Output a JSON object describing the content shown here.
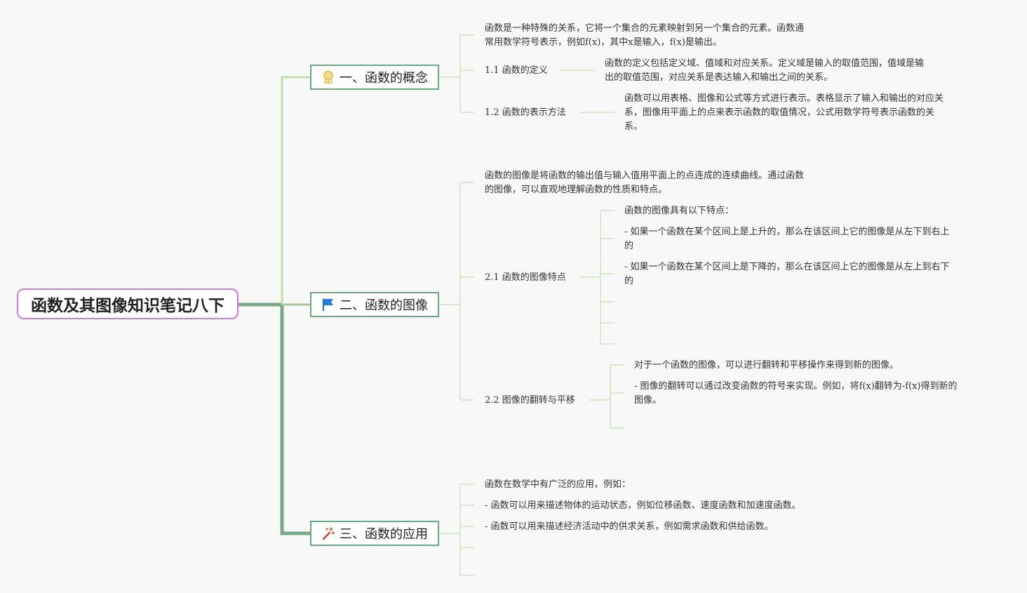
{
  "root": {
    "title": "函数及其图像知识笔记八下"
  },
  "branches": [
    {
      "label": "一、函数的概念",
      "icon": "award-ribbon-icon",
      "intro": [
        "函数是一种特殊的关系，它将一个集合的元素映射到另一个集合的元素。函数通",
        "常用数学符号表示，例如f(x)，其中x是输入，f(x)是输出。"
      ],
      "subs": [
        {
          "label": "1.1 函数的定义",
          "text": [
            "函数的定义包括定义域、值域和对应关系。定义域是输入的取值范围，值域是输",
            "出的取值范围，对应关系是表达输入和输出之间的关系。"
          ]
        },
        {
          "label": "1.2 函数的表示方法",
          "text": [
            "函数可以用表格、图像和公式等方式进行表示。表格显示了输入和输出的对应关",
            "系，图像用平面上的点来表示函数的取值情况，公式用数学符号表示函数的关",
            "系。"
          ]
        }
      ]
    },
    {
      "label": "二、函数的图像",
      "icon": "blue-flag-icon",
      "intro": [
        "函数的图像是将函数的输出值与输入值用平面上的点连成的连续曲线。通过函数",
        "的图像，可以直观地理解函数的性质和特点。"
      ],
      "subs": [
        {
          "label": "2.1 函数的图像特点",
          "items": [
            [
              "函数的图像具有以下特点："
            ],
            [
              "- 如果一个函数在某个区间上是上升的，那么在该区间上它的图像是从左下到右上",
              "的"
            ],
            [
              "- 如果一个函数在某个区间上是下降的，那么在该区间上它的图像是从左上到右下",
              "的"
            ]
          ]
        },
        {
          "label": "2.2 图像的翻转与平移",
          "items": [
            [
              "对于一个函数的图像，可以进行翻转和平移操作来得到新的图像。"
            ],
            [
              "- 图像的翻转可以通过改变函数的符号来实现。例如，将f(x)翻转为-f(x)得到新的",
              "图像。"
            ]
          ]
        }
      ]
    },
    {
      "label": "三、函数的应用",
      "icon": "magic-wand-icon",
      "items": [
        "函数在数学中有广泛的应用，例如：",
        "- 函数可以用来描述物体的运动状态，例如位移函数、速度函数和加速度函数。",
        "- 函数可以用来描述经济活动中的供求关系，例如需求函数和供给函数。"
      ]
    }
  ],
  "colors": {
    "trunk": "#79a985",
    "branch1": "#c2dfa6",
    "leaf": "#cfe3bd",
    "rootBorder": "#c97dd6"
  }
}
